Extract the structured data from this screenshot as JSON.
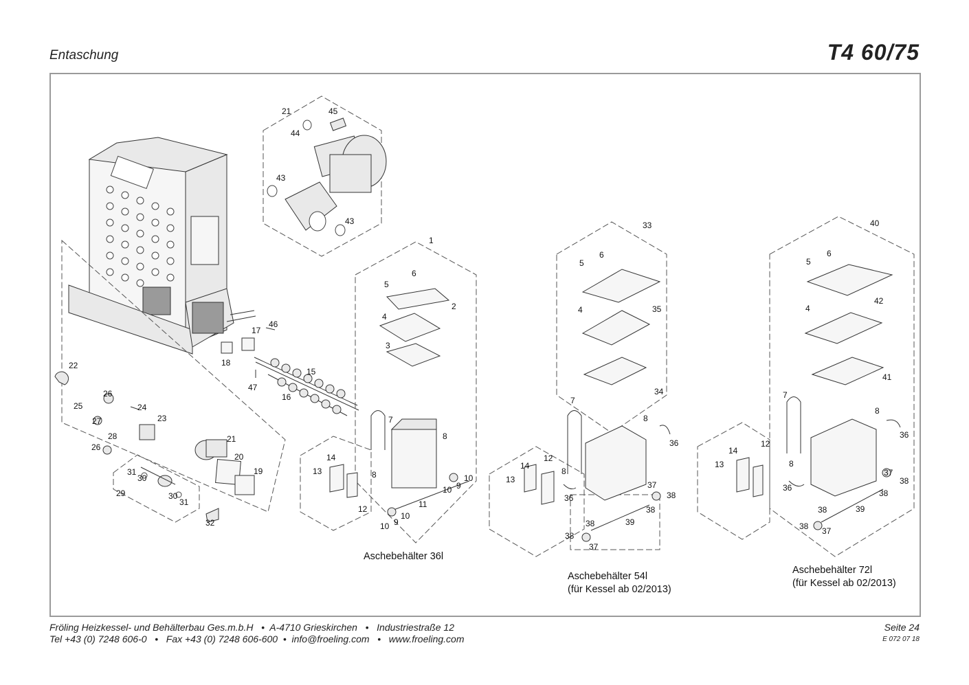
{
  "header": {
    "section_title": "Entaschung",
    "model": "T4 60/75"
  },
  "diagram": {
    "part_numbers": {
      "p21a": "21",
      "p45": "45",
      "p44": "44",
      "p43a": "43",
      "p43b": "43",
      "p1": "1",
      "p5a": "5",
      "p6a": "6",
      "p2": "2",
      "p4a": "4",
      "p3": "3",
      "p46": "46",
      "p17": "17",
      "p18": "18",
      "p15": "15",
      "p47": "47",
      "p16": "16",
      "p22": "22",
      "p26a": "26",
      "p25": "25",
      "p24": "24",
      "p23": "23",
      "p27": "27",
      "p28": "28",
      "p26b": "26",
      "p21b": "21",
      "p20": "20",
      "p19": "19",
      "p31a": "31",
      "p30a": "30",
      "p29": "29",
      "p30b": "30",
      "p31b": "31",
      "p32": "32",
      "p7a": "7",
      "p8a": "8",
      "p14a": "14",
      "p13a": "13",
      "p8b": "8",
      "p12a": "12",
      "p10a": "10",
      "p9a": "9",
      "p10b": "10",
      "p11": "11",
      "p10c": "10",
      "p9b": "9",
      "p10d": "10",
      "p33": "33",
      "p5b": "5",
      "p6b": "6",
      "p4b": "4",
      "p35": "35",
      "p34": "34",
      "p7b": "7",
      "p8c": "8",
      "p12b": "12",
      "p14b": "14",
      "p13b": "13",
      "p8d": "8",
      "p36a": "36",
      "p36b": "36",
      "p37a": "37",
      "p38a": "38",
      "p38b": "38",
      "p38c": "38",
      "p39a": "39",
      "p38d": "38",
      "p37b": "37",
      "p40": "40",
      "p5c": "5",
      "p6c": "6",
      "p4c": "4",
      "p42": "42",
      "p41": "41",
      "p7c": "7",
      "p8e": "8",
      "p12c": "12",
      "p14c": "14",
      "p13c": "13",
      "p8f": "8",
      "p36c": "36",
      "p36d": "36",
      "p37c": "37",
      "p38e": "38",
      "p38f": "38",
      "p38g": "38",
      "p39b": "39",
      "p38h": "38",
      "p37d": "37"
    },
    "captions": {
      "bin36": "Aschebehälter 36l",
      "bin54": "Aschebehälter 54l",
      "bin54_note": "(für Kessel ab 02/2013)",
      "bin72": "Aschebehälter 72l",
      "bin72_note": "(für Kessel ab 02/2013)"
    }
  },
  "footer": {
    "line1": "Fröling Heizkessel- und Behälterbau Ges.m.b.H   •  A-4710 Grieskirchen   •   Industriestraße 12",
    "line2": "Tel +43 (0) 7248 606-0   •   Fax +43 (0) 7248 606-600  •  info@froeling.com   •   www.froeling.com",
    "page": "Seite 24",
    "doc_code": "E 072 07 18"
  }
}
